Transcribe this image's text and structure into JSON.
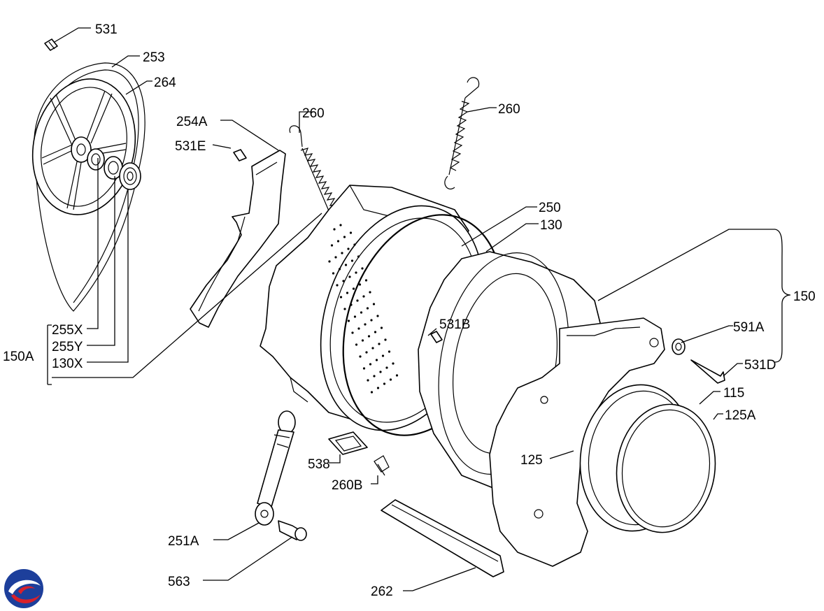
{
  "labels": {
    "l531": "531",
    "l253": "253",
    "l264": "264",
    "l254a": "254A",
    "l531e": "531E",
    "l260a": "260",
    "l260b": "260",
    "l250": "250",
    "l130": "130",
    "l150": "150",
    "l591a": "591A",
    "l531d": "531D",
    "l531b": "531B",
    "l115": "115",
    "l125a": "125A",
    "l125": "125",
    "l150a": "150A",
    "l255x": "255X",
    "l255y": "255Y",
    "l130x": "130X",
    "l538": "538",
    "l260bb": "260B",
    "l251a": "251A",
    "l563": "563",
    "l262": "262"
  },
  "colors": {
    "logo_blue": "#1d3f9b",
    "logo_red": "#d9202a",
    "line": "#000000"
  },
  "icons": {
    "brand_logo": "brand-logo-icon"
  }
}
